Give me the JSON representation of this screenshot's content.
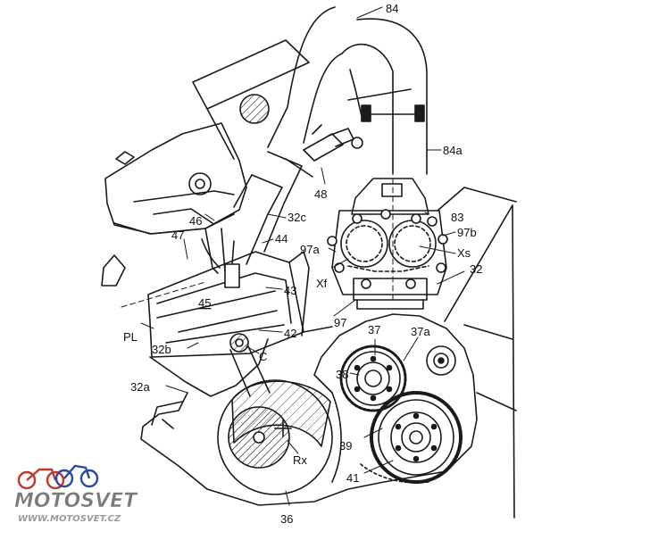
{
  "labels": {
    "l84": "84",
    "l84a": "84a",
    "l48": "48",
    "l83": "83",
    "l97b": "97b",
    "lXs": "Xs",
    "l32top": "32",
    "l32c": "32c",
    "l46": "46",
    "l47": "47",
    "l44": "44",
    "l97a": "97a",
    "lXf": "Xf",
    "l43": "43",
    "l45": "45",
    "l97": "97",
    "l37": "37",
    "l37a": "37a",
    "l42": "42",
    "lPL": "PL",
    "l32b": "32b",
    "lC": "C",
    "l38": "38",
    "l32a": "32a",
    "l39": "39",
    "lRx": "Rx",
    "l41": "41",
    "l36": "36"
  },
  "watermark": {
    "brand": "MOTOSVET",
    "url": "WWW.MOTOSVET.CZ"
  },
  "colors": {
    "line": "#1a1a1a",
    "hatch": "#1a1a1a",
    "watermark_red": "#c0392b",
    "watermark_blue": "#2c4a9a"
  }
}
